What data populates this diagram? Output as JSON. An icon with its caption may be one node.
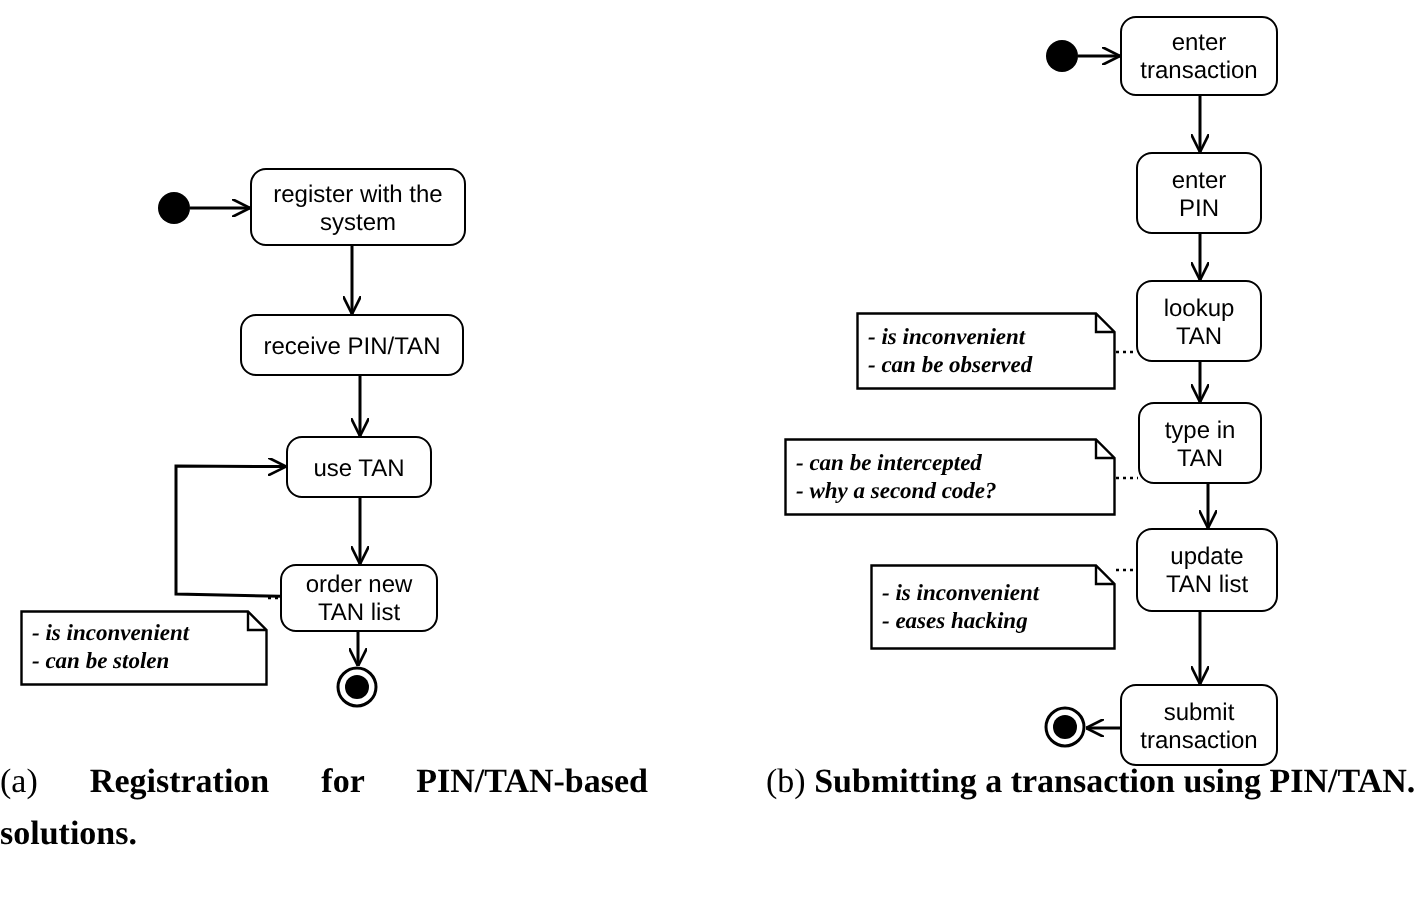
{
  "diagram": {
    "nodes": [
      {
        "text": [],
        "shape": "circle"
      },
      {
        "text": [
          "register with the system"
        ]
      },
      {
        "text": [
          "receive PIN/TAN"
        ]
      },
      {
        "text": [
          "use TAN"
        ]
      },
      {
        "text": [
          "order new TAN list"
        ]
      },
      {
        "text": [
          "- is inconvenient",
          "- can be stolen"
        ]
      },
      {
        "text": [],
        "shape": "circle"
      },
      {
        "text": [],
        "shape": "circle"
      },
      {
        "text": [
          "enter transaction"
        ]
      },
      {
        "text": [
          "enter PIN"
        ]
      },
      {
        "text": [
          "lookup TAN"
        ]
      },
      {
        "text": [
          "- is inconvenient",
          "- can be observed"
        ]
      },
      {
        "text": [
          "type in TAN"
        ]
      },
      {
        "text": [
          "- can be intercepted",
          "- why a second code?"
        ]
      },
      {
        "text": [
          "update TAN list"
        ]
      },
      {
        "text": [
          "- is inconvenient",
          "- eases hacking"
        ]
      },
      {
        "text": [
          "submit transaction"
        ]
      },
      {
        "text": [],
        "shape": "circle"
      }
    ],
    "edges": [
      {
        "from": 0,
        "to": 1,
        "arrow": "to"
      },
      {
        "from": 1,
        "to": 2,
        "arrow": "to"
      },
      {
        "from": 2,
        "to": 3,
        "arrow": "to"
      },
      {
        "from": 3,
        "to": 4,
        "arrow": "to"
      },
      {
        "from": 4,
        "to": 3,
        "arrow": "to"
      },
      {
        "from": 4,
        "to": 6,
        "arrow": "to"
      },
      {
        "from": 5,
        "to": 4,
        "arrow": "none",
        "style": "dashed"
      },
      {
        "from": 7,
        "to": 8,
        "arrow": "to"
      },
      {
        "from": 8,
        "to": 9,
        "arrow": "to"
      },
      {
        "from": 9,
        "to": 10,
        "arrow": "to"
      },
      {
        "from": 10,
        "to": 12,
        "arrow": "to"
      },
      {
        "from": 11,
        "to": 10,
        "arrow": "none",
        "style": "dashed"
      },
      {
        "from": 12,
        "to": 14,
        "arrow": "to"
      },
      {
        "from": 13,
        "to": 12,
        "arrow": "none",
        "style": "dashed"
      },
      {
        "from": 14,
        "to": 16,
        "arrow": "to"
      },
      {
        "from": 15,
        "to": 14,
        "arrow": "none",
        "style": "dashed"
      },
      {
        "from": 16,
        "to": 17,
        "arrow": "to"
      }
    ],
    "labels": [
      "(a) **Registration for PIN/TAN-based solutions.**",
      "(b) **Submitting a transaction using PIN/TAN.**"
    ]
  }
}
